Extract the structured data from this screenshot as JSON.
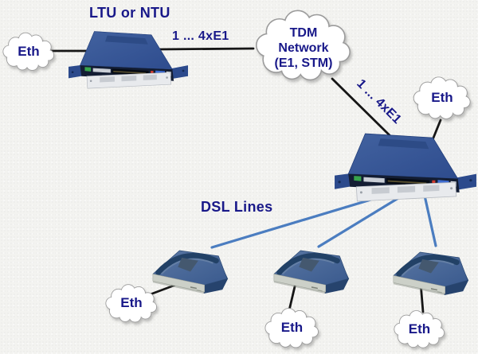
{
  "title": "DSL access network topology diagram",
  "colors": {
    "background": "#f3f3f0",
    "label_text": "#181889",
    "connection_line": "#161616",
    "dsl_line": "#4b7dc0",
    "device_body_blue": "#36549b",
    "cloud_fill": "#ffffff",
    "cloud_outline": "#9b9b9b"
  },
  "labels": {
    "device_top": "LTU or NTU",
    "link_top": "1 ... 4xE1",
    "link_diagonal": "1 ... 4xE1",
    "dsl_lines": "DSL Lines"
  },
  "tdm_cloud": {
    "line1": "TDM",
    "line2": "Network",
    "line3": "(E1, STM)"
  },
  "eth_clouds": [
    {
      "id": "eth-left",
      "label": "Eth"
    },
    {
      "id": "eth-top-right",
      "label": "Eth"
    },
    {
      "id": "eth-modem-1",
      "label": "Eth"
    },
    {
      "id": "eth-modem-2",
      "label": "Eth"
    },
    {
      "id": "eth-modem-3",
      "label": "Eth"
    }
  ],
  "devices": [
    {
      "id": "ltu-ntu-rack-unit",
      "type": "rack-unit"
    },
    {
      "id": "central-rack-unit",
      "type": "rack-unit"
    },
    {
      "id": "modem-1",
      "type": "desktop-modem"
    },
    {
      "id": "modem-2",
      "type": "desktop-modem"
    },
    {
      "id": "modem-3",
      "type": "desktop-modem"
    }
  ]
}
